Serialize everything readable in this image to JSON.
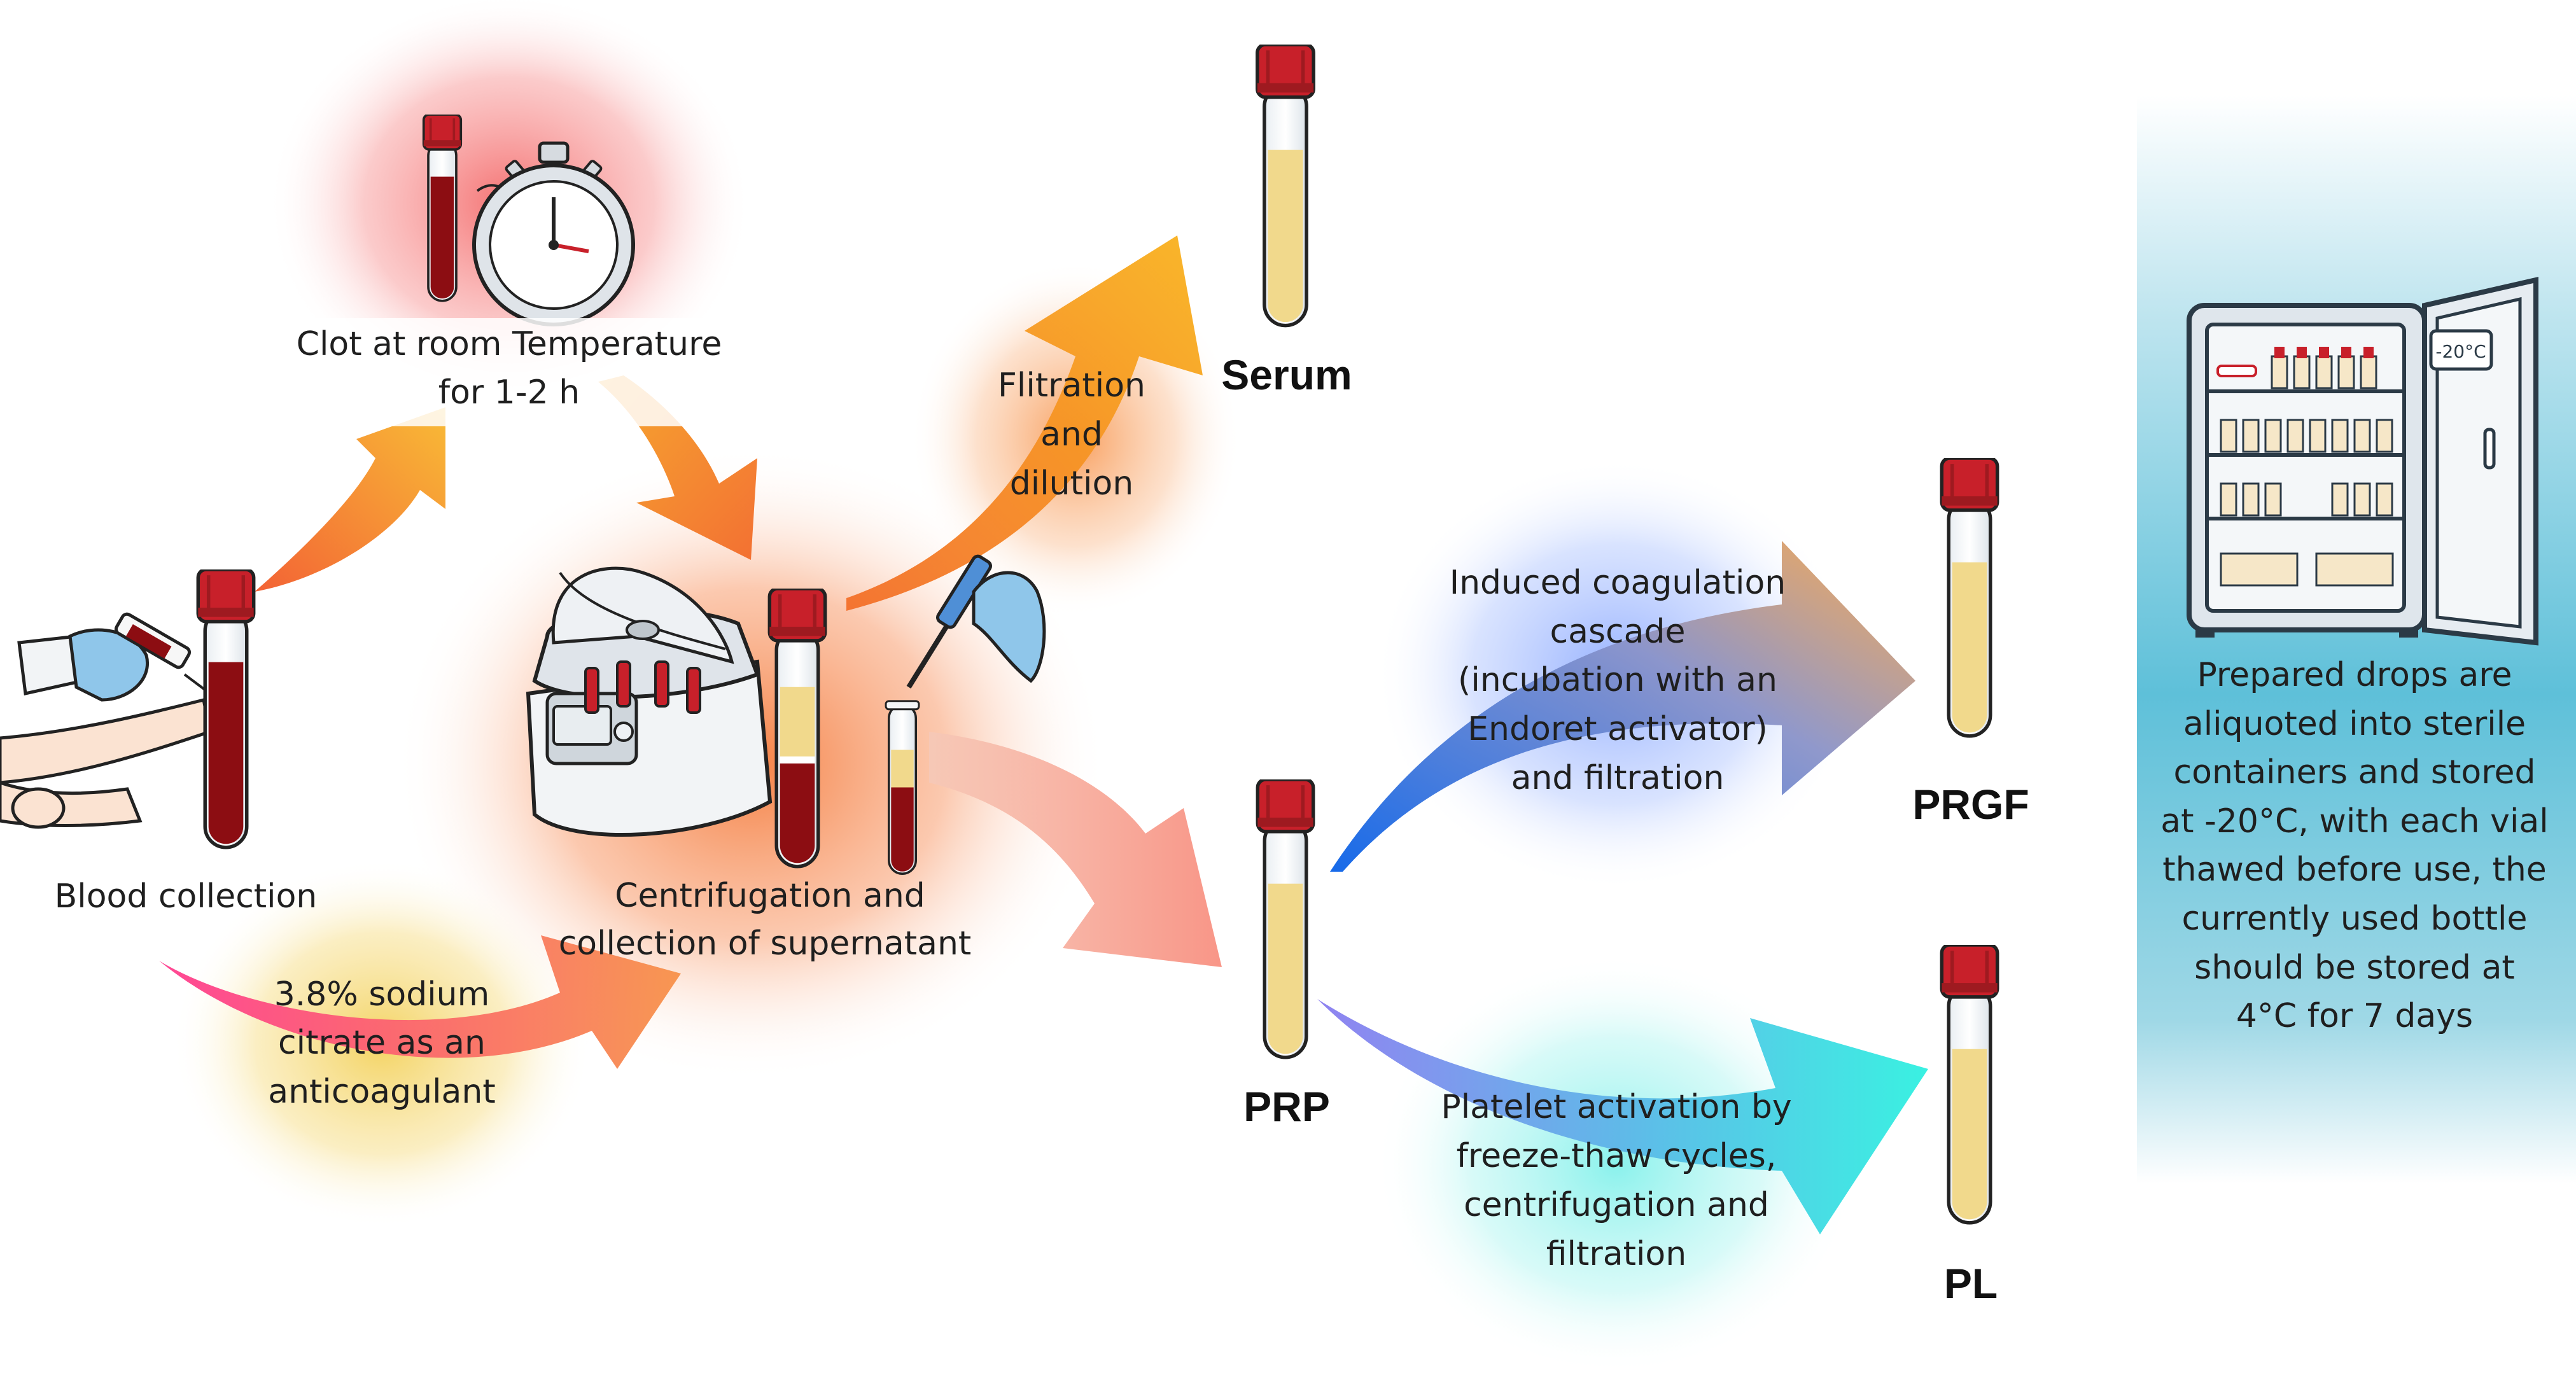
{
  "labels": {
    "blood_collection": "Blood collection",
    "clot": [
      "Clot at room Temperature",
      "for 1-2 h"
    ],
    "citrate": [
      "3.8% sodium",
      "citrate as an",
      "anticoagulant"
    ],
    "centrifugation": [
      "Centrifugation and",
      "collection of supernatant"
    ],
    "filtration": [
      "Flitration",
      "and",
      "dilution"
    ],
    "serum": "Serum",
    "prp": "PRP",
    "prgf": "PRGF",
    "pl": "PL",
    "coagulation": [
      "Induced coagulation",
      "cascade",
      "(incubation with an",
      "Endoret activator)",
      "and filtration"
    ],
    "platelet": [
      "Platelet activation by",
      "freeze-thaw cycles,",
      "centrifugation and",
      "filtration"
    ],
    "storage": [
      "Prepared drops are",
      "aliquoted into sterile",
      "containers and stored",
      "at -20°C, with each vial",
      "thawed before use, the",
      "currently used bottle",
      "should be stored at",
      "4°C for 7 days"
    ],
    "freezer_display": "-20°C"
  },
  "colors": {
    "blood": "#8c0d12",
    "plasma": "#f1d98c",
    "cap": "#c8202a",
    "orange_arrow": "#f59a23",
    "pink_arrow": "#f7798a",
    "blue_arrow": "#1976f0",
    "cyan_arrow": "#39e6e0",
    "storage_panel": "#5dc0d8"
  },
  "icons": [
    "hand-syringe-icon",
    "arm-icon",
    "stopwatch-icon",
    "centrifuge-icon",
    "pipette-hand-icon",
    "freezer-icon"
  ]
}
